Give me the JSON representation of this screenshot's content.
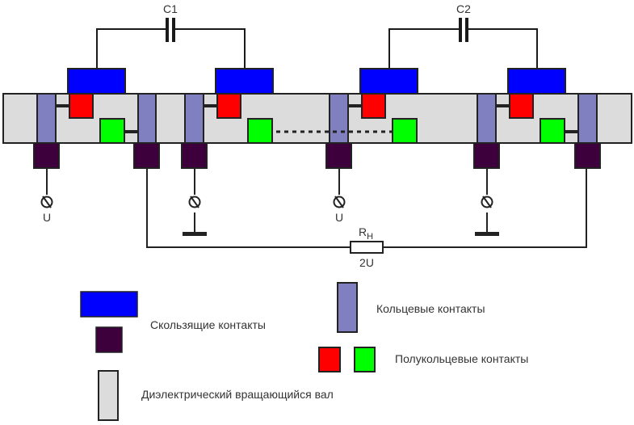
{
  "colors": {
    "sliding_top": "#0000ff",
    "sliding_bottom": "#3d003d",
    "ring": "#8080c0",
    "half_ring_red": "#ff0000",
    "half_ring_green": "#00ff00",
    "shaft": "#dcdcdc",
    "outline": "#222222"
  },
  "capacitors": [
    {
      "label": "C1"
    },
    {
      "label": "C2"
    }
  ],
  "terminals": [
    {
      "label": "U",
      "kind": "source"
    },
    {
      "label": "",
      "kind": "ground"
    },
    {
      "label": "U",
      "kind": "source"
    },
    {
      "label": "",
      "kind": "ground"
    }
  ],
  "load": {
    "label_main": "R",
    "label_sub": "H",
    "value": "2U"
  },
  "legend": {
    "sliding": "Скользящие контакты",
    "ring": "Кольцевые контакты",
    "half_ring": "Полукольцевые контакты",
    "shaft": "Диэлектрический вращающийся вал"
  }
}
